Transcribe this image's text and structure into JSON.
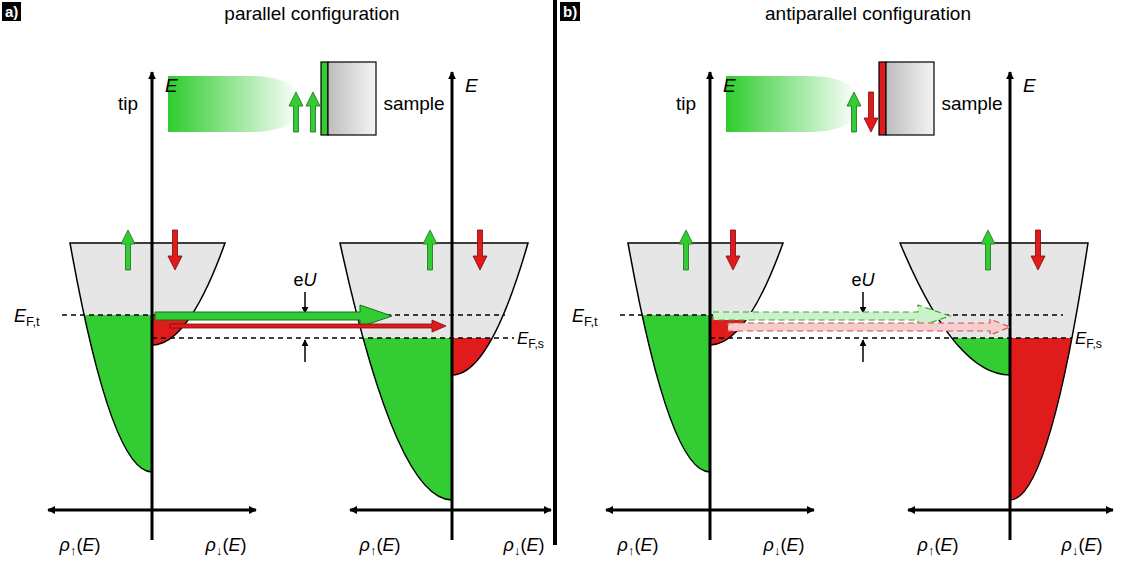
{
  "diagram": {
    "nodes": [
      {
        "text": [
          "a)"
        ]
      },
      {
        "text": [
          "b)"
        ]
      }
    ],
    "labels": [
      "parallel configuration",
      "tip",
      "sample",
      "E",
      "E",
      "eU",
      "EF,t",
      "EF,s",
      "ρ↑(E)",
      "ρ↓(E)",
      "ρ↑(E)",
      "ρ↓(E)",
      "antiparallel configuration",
      "tip",
      "sample",
      "E",
      "E",
      "eU",
      "EF,t",
      "EF,s",
      "ρ↑(E)",
      "ρ↓(E)",
      "ρ↑(E)",
      "ρ↓(E)"
    ]
  }
}
